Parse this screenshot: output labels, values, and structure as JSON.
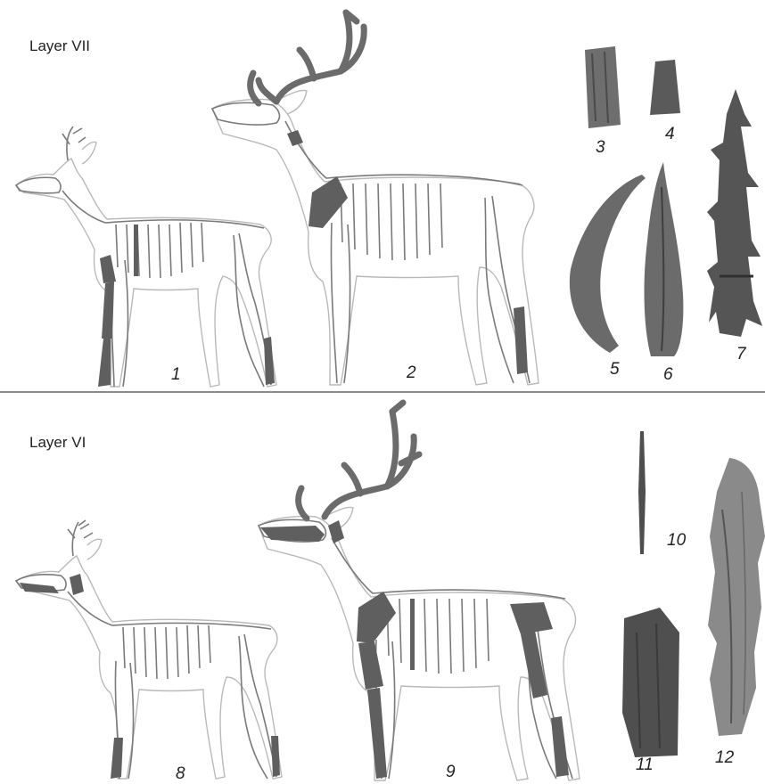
{
  "panels": {
    "top": {
      "label": "Layer VII"
    },
    "bottom": {
      "label": "Layer VI"
    }
  },
  "figures": {
    "n1": "1",
    "n2": "2",
    "n3": "3",
    "n4": "4",
    "n5": "5",
    "n6": "6",
    "n7": "7",
    "n8": "8",
    "n9": "9",
    "n10": "10",
    "n11": "11",
    "n12": "12"
  },
  "colors": {
    "outline": "#b9b9b9",
    "bone": "#7a7a7a",
    "highlight_bone": "#5f5f5f",
    "artifact_dark": "#4a4a4a",
    "artifact_mid": "#6e6e6e"
  }
}
